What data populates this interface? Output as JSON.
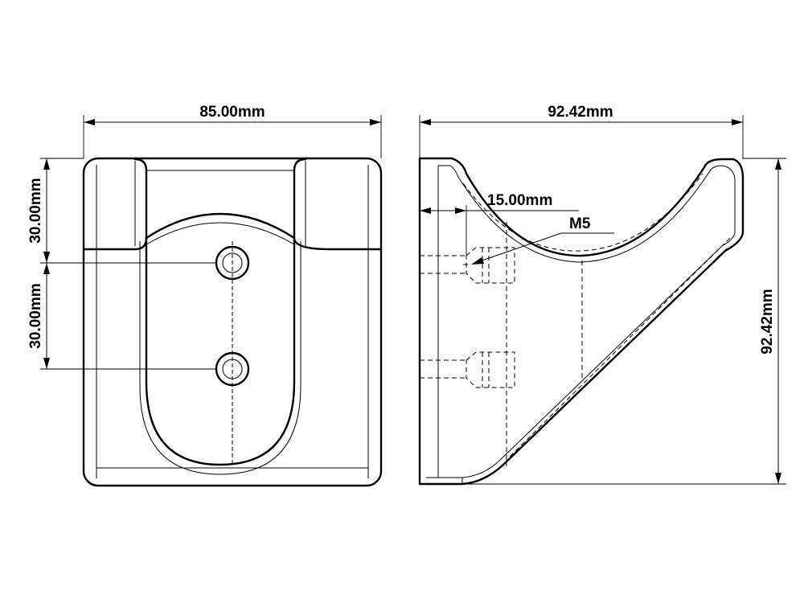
{
  "front_view": {
    "width_dim": "85.00mm",
    "upper_spacing_dim": "30.00mm",
    "lower_spacing_dim": "30.00mm"
  },
  "side_view": {
    "width_dim": "92.42mm",
    "height_dim": "92.42mm",
    "offset_dim": "15.00mm",
    "thread_callout": "M5"
  },
  "colors": {
    "line": "#000000",
    "background": "#ffffff"
  }
}
